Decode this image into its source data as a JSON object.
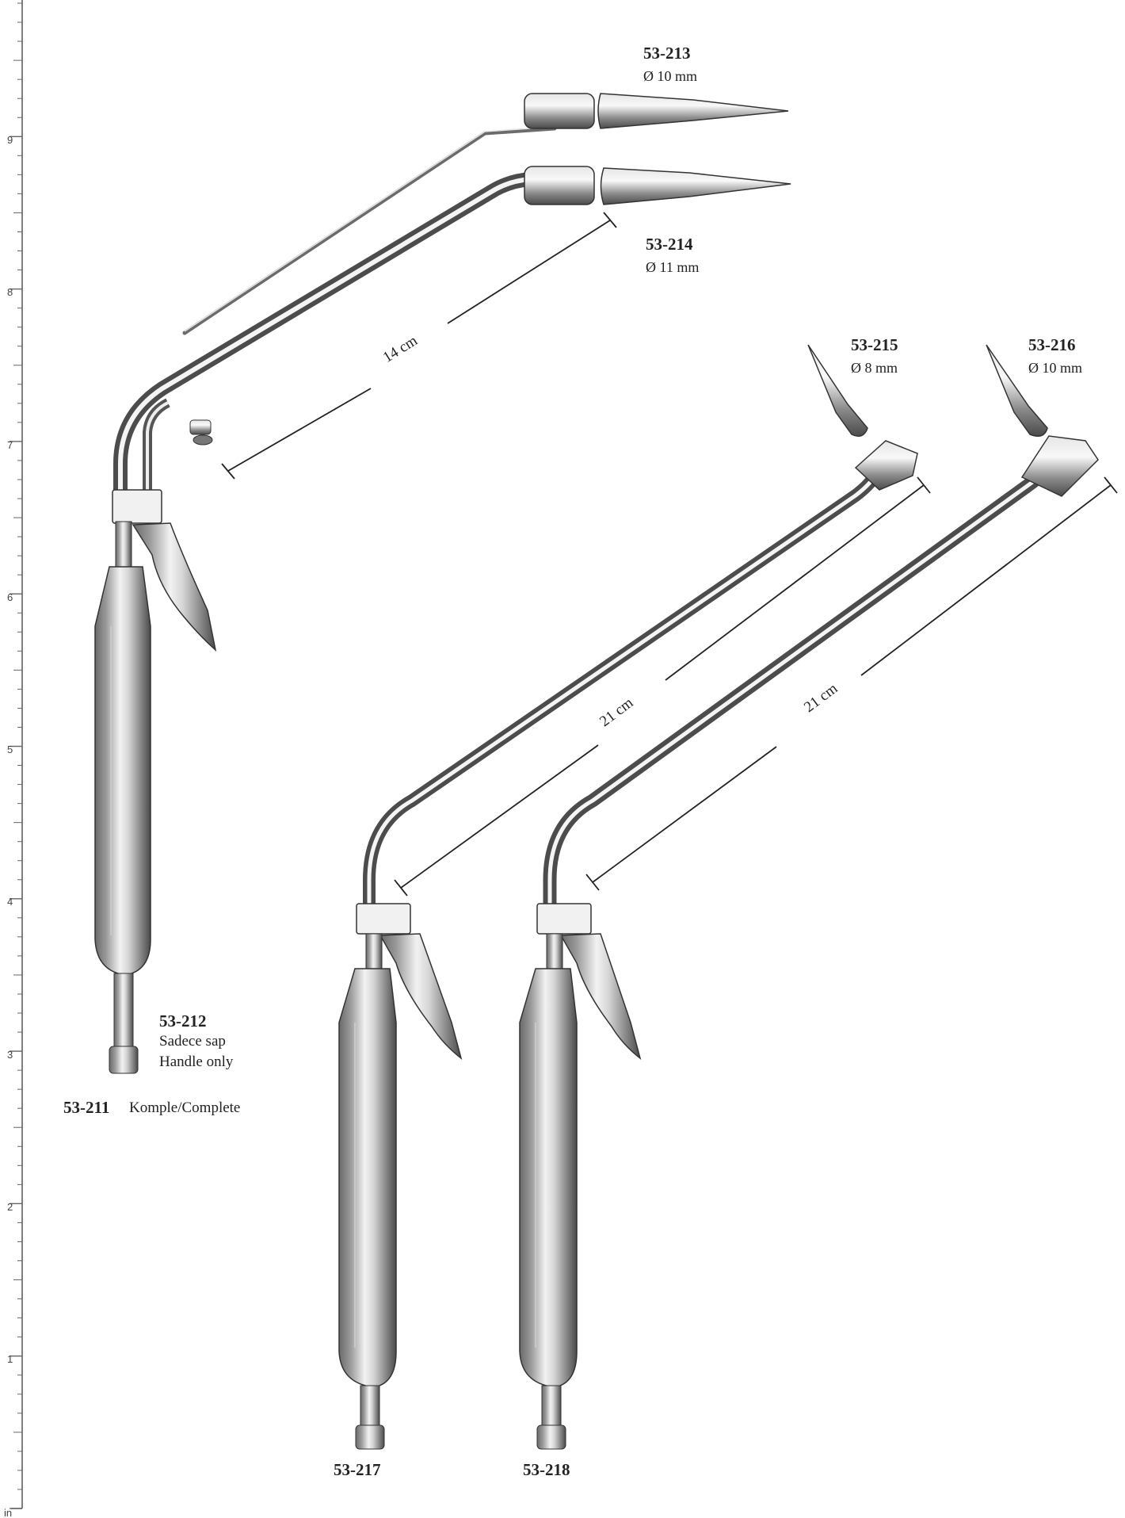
{
  "ruler": {
    "unit": "in",
    "numbers": [
      "9",
      "8",
      "7",
      "6",
      "5",
      "4",
      "3",
      "2",
      "1"
    ]
  },
  "colors": {
    "metal_dark": "#5a5a5a",
    "metal_light": "#e9e9e9",
    "sleeve": "#efefef",
    "line": "#222222"
  },
  "products": {
    "p53_213": {
      "code": "53-213",
      "diameter": "Ø  10 mm"
    },
    "p53_214": {
      "code": "53-214",
      "diameter": "Ø  11 mm"
    },
    "p53_215": {
      "code": "53-215",
      "diameter": "Ø  8 mm"
    },
    "p53_216": {
      "code": "53-216",
      "diameter": "Ø  10 mm"
    },
    "p53_212": {
      "code": "53-212",
      "line1": "Sadece sap",
      "line2": "Handle only"
    },
    "p53_211": {
      "code": "53-211",
      "text": "Komple/Complete"
    },
    "p53_217": {
      "code": "53-217"
    },
    "p53_218": {
      "code": "53-218"
    }
  },
  "dimensions": {
    "short": "14 cm",
    "long_a": "21 cm",
    "long_b": "21 cm"
  }
}
